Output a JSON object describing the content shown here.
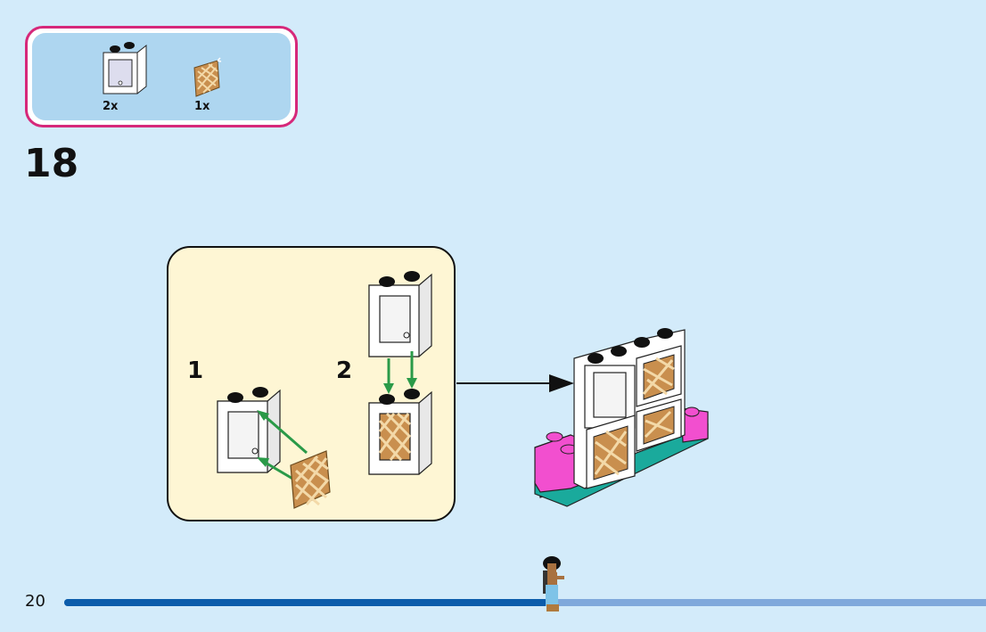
{
  "page": {
    "number": "20",
    "step_number": "18",
    "progress_fraction": 0.525
  },
  "parts_list": {
    "items": [
      {
        "part": "window-frame-1x2x2-white",
        "quantity": "2x"
      },
      {
        "part": "lattice-pane-tan",
        "quantity": "1x"
      }
    ]
  },
  "sub_steps": [
    {
      "label": "1"
    },
    {
      "label": "2"
    }
  ],
  "colors": {
    "background": "#d3ebfa",
    "parts_border": "#d6287a",
    "parts_fill": "#aed6f0",
    "subpanel_fill": "#fef6d4",
    "arrow_green": "#2a9a48",
    "progress_done": "#0b5cab",
    "progress_remaining": "#7fa8db",
    "brick_pink": "#f24fcf",
    "plate_teal": "#1aaa9c",
    "lattice_tan": "#c98f4e"
  }
}
